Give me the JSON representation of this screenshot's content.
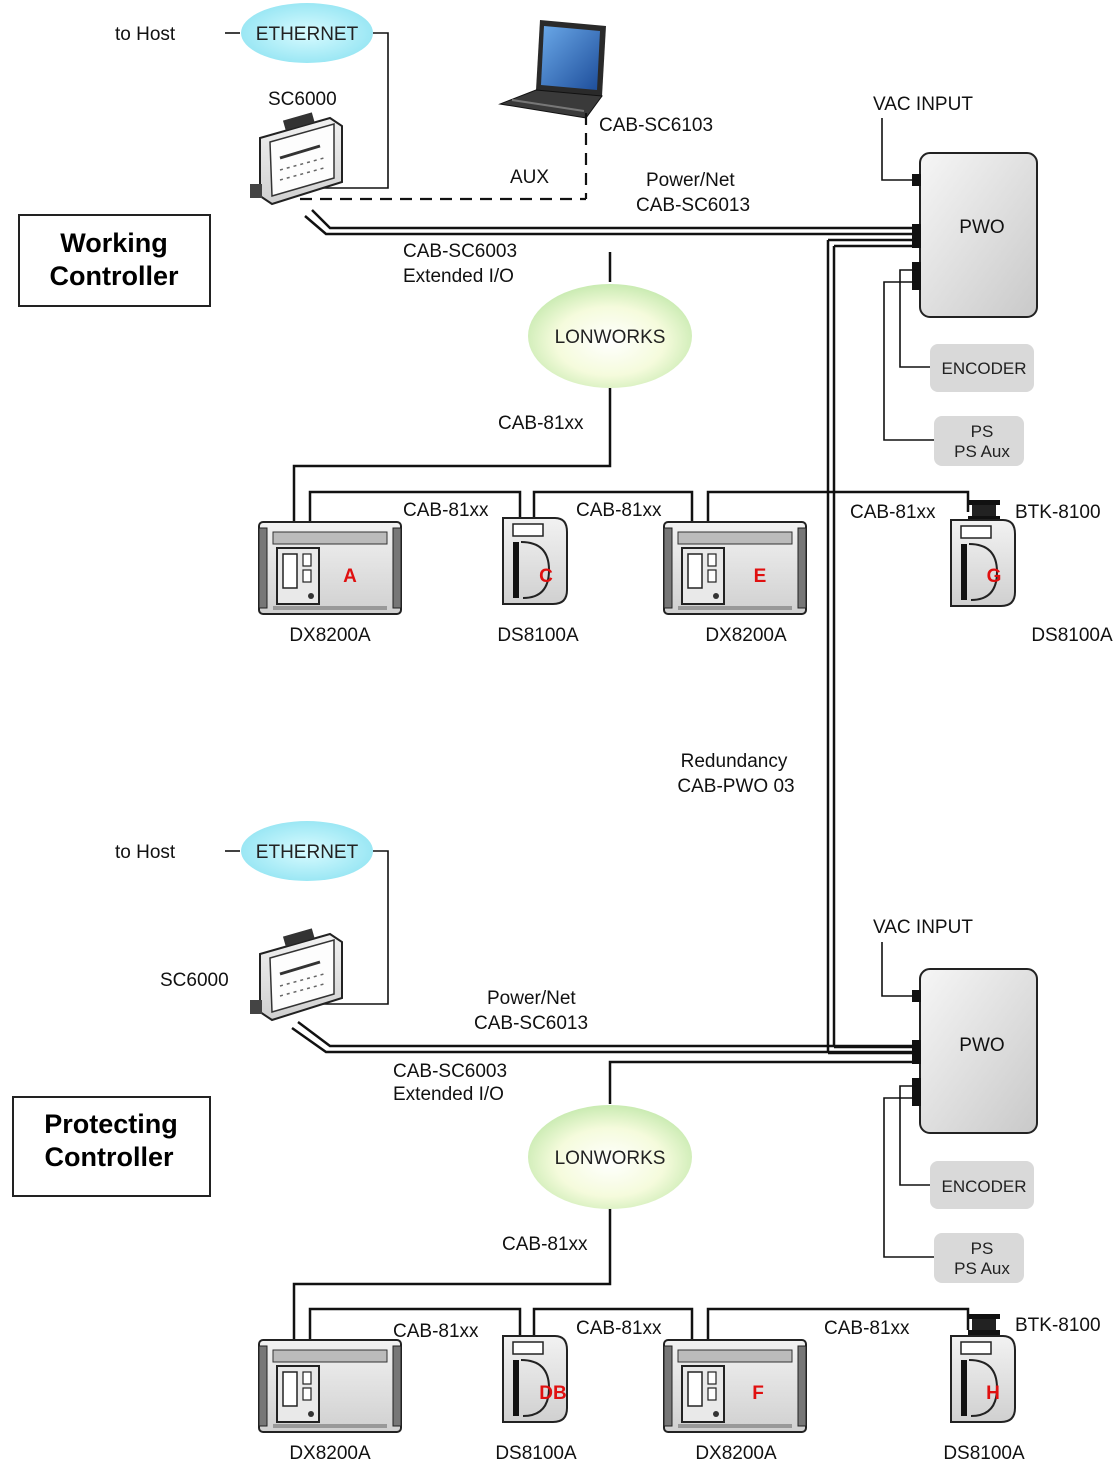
{
  "working": {
    "box_label_line1": "Working",
    "box_label_line2": "Controller",
    "to_host": "to Host",
    "ethernet": "ETHERNET",
    "sc6000": "SC6000",
    "cab_sc6103": "CAB-SC6103",
    "aux": "AUX",
    "power_net": "Power/Net",
    "cab_sc6013": "CAB-SC6013",
    "cab_sc6003": "CAB-SC6003",
    "extended_io": "Extended I/O",
    "lonworks": "LONWORKS",
    "cab_81xx_trunk": "CAB-81xx",
    "vac_input": "VAC INPUT",
    "pwo": "PWO",
    "encoder": "ENCODER",
    "ps": "PS",
    "ps_aux": "PS Aux",
    "cab_ac": "CAB-81xx",
    "cab_ce": "CAB-81xx",
    "cab_eg": "CAB-81xx",
    "btk": "BTK-8100",
    "dev_a_label": "DX8200A",
    "dev_a_slot": "A",
    "dev_c_label": "DS8100A",
    "dev_c_slot": "C",
    "dev_e_label": "DX8200A",
    "dev_e_slot": "E",
    "dev_g_label": "DS8100A",
    "dev_g_slot": "G"
  },
  "redundancy": {
    "line1": "Redundancy",
    "line2": "CAB-PWO 03"
  },
  "protecting": {
    "box_label_line1": "Protecting",
    "box_label_line2": "Controller",
    "to_host": "to Host",
    "ethernet": "ETHERNET",
    "sc6000": "SC6000",
    "power_net": "Power/Net",
    "cab_sc6013": "CAB-SC6013",
    "cab_sc6003": "CAB-SC6003",
    "extended_io": "Extended I/O",
    "lonworks": "LONWORKS",
    "cab_81xx_trunk": "CAB-81xx",
    "vac_input": "VAC INPUT",
    "pwo": "PWO",
    "encoder": "ENCODER",
    "ps": "PS",
    "ps_aux": "PS Aux",
    "cab_ab": "CAB-81xx",
    "cab_bf": "CAB-81xx",
    "cab_fh": "CAB-81xx",
    "btk": "BTK-8100",
    "dev_b_label": "DX8200A",
    "dev_b_slot": "",
    "dev_d_label": "DS8100A",
    "dev_d_slot": "DB",
    "dev_f_label": "DX8200A",
    "dev_f_slot": "F",
    "dev_h_label": "DS8100A",
    "dev_h_slot": "H"
  },
  "icons": [
    "laptop-icon",
    "controller-device-icon",
    "dx8200a-device-icon",
    "ds8100a-device-icon",
    "btk-module-icon"
  ]
}
